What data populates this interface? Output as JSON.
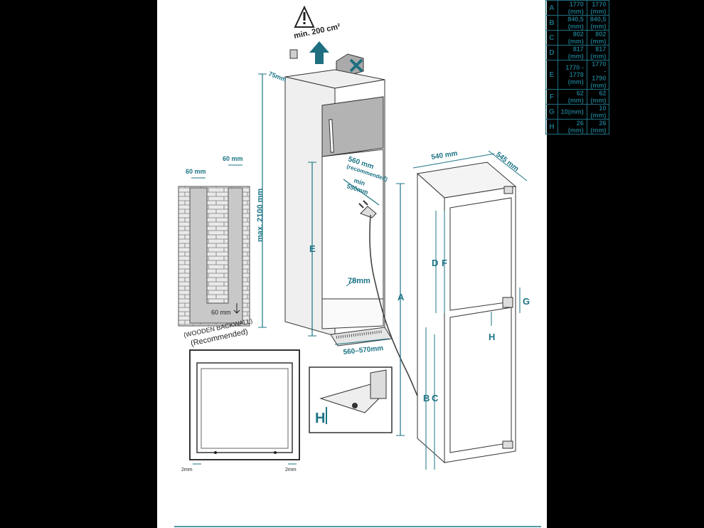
{
  "spec_table": {
    "rows": [
      {
        "key": "A",
        "v1": "1770 (mm)",
        "v2": "1770 (mm)"
      },
      {
        "key": "B",
        "v1": "840,5 (mm)",
        "v2": "840,5 (mm)"
      },
      {
        "key": "C",
        "v1": "802 (mm)",
        "v2": "802 (mm)"
      },
      {
        "key": "D",
        "v1": "817 (mm)",
        "v2": "817 (mm)"
      },
      {
        "key": "E",
        "v1": "1770 - 1778 (mm)",
        "v2": "1770 - 1790 (mm)"
      },
      {
        "key": "F",
        "v1": "62 (mm)",
        "v2": "62 (mm)"
      },
      {
        "key": "G",
        "v1": "10(mm)",
        "v2": "10 (mm)"
      },
      {
        "key": "H",
        "v1": "26 (mm)",
        "v2": "26 (mm)"
      }
    ]
  },
  "labels": {
    "ventilation": "min. 200 cm²",
    "depth_top": "75mm",
    "max_height": "max. 2100 mm",
    "niche_depth_rec": "560 mm",
    "niche_depth_rec_note": "(recommended)",
    "niche_depth_min": "min",
    "niche_depth_min_val": "550mm",
    "gap_75": "75mm",
    "niche_width": "560–570mm",
    "dim_E": "E",
    "slot_width_left": "60 mm",
    "slot_width_right": "60 mm",
    "slot_bottom": "60 mm",
    "wooden_backwall": "(WOODEN BACKWALL)",
    "recommended": "(Recommended)",
    "appliance_width": "540 mm",
    "appliance_depth": "545 mm",
    "dim_A": "A",
    "dim_D": "D",
    "dim_F": "F",
    "dim_G": "G",
    "dim_H": "H",
    "dim_B": "B",
    "dim_C": "C",
    "detail_H": "H",
    "gap_left": "2mm",
    "gap_right": "2mm"
  },
  "colors": {
    "accent": "#1c7485",
    "wall": "#c8c8c8",
    "arrow": "#1f6f80",
    "door": "#b7b7b7"
  }
}
